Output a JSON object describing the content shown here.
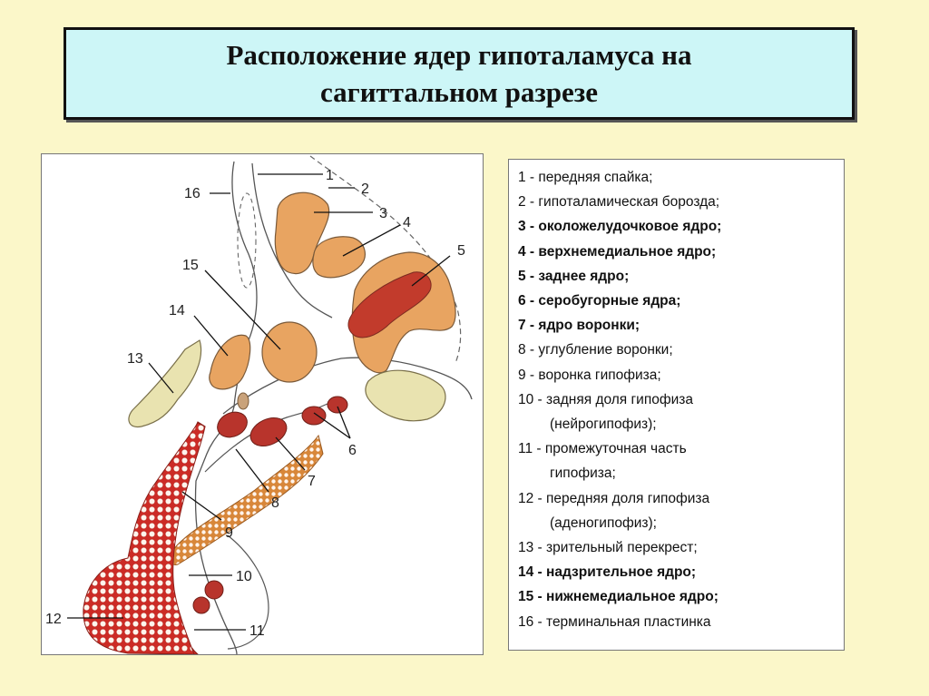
{
  "title": {
    "line1": "Расположение ядер гипоталамуса на",
    "line2": "сагиттальном разрезе"
  },
  "diagram": {
    "labels": {
      "n1": "1",
      "n2": "2",
      "n3": "3",
      "n4": "4",
      "n5": "5",
      "n6": "6",
      "n7": "7",
      "n8": "8",
      "n9": "9",
      "n10": "10",
      "n11": "11",
      "n12": "12",
      "n13": "13",
      "n14": "14",
      "n15": "15",
      "n16": "16"
    },
    "colors": {
      "nucleus_fill": "#e8a461",
      "nucleus_stroke": "#7a5a3a",
      "red_nucleus": "#b8342c",
      "gland_red": "#cc2b25",
      "chiasm_fill": "#e9e3b0"
    }
  },
  "legend": {
    "items": [
      {
        "text": "1 - передняя спайка;",
        "bold": false
      },
      {
        "text": "2 - гипоталамическая борозда;",
        "bold": false
      },
      {
        "text": "3 - околожелудочковое ядро;",
        "bold": true
      },
      {
        "text": "4 - верхнемедиальное ядро;",
        "bold": true
      },
      {
        "text": "5 - заднее ядро;",
        "bold": true
      },
      {
        "text": "6 - серобугорные ядра;",
        "bold": true
      },
      {
        "text": "7 - ядро воронки;",
        "bold": true
      },
      {
        "text": "8 - углубление воронки;",
        "bold": false
      },
      {
        "text": "9 - воронка гипофиза;",
        "bold": false
      },
      {
        "text": "10 - задняя доля гипофиза",
        "bold": false
      },
      {
        "text": "(нейрогипофиз);",
        "bold": false,
        "cont": true
      },
      {
        "text": "11 - промежуточная часть",
        "bold": false
      },
      {
        "text": "гипофиза;",
        "bold": false,
        "cont": true
      },
      {
        "text": "12 - передняя доля гипофиза",
        "bold": false
      },
      {
        "text": "(аденогипофиз);",
        "bold": false,
        "cont": true
      },
      {
        "text": "13 - зрительный перекрест;",
        "bold": false
      },
      {
        "text": "14 - надзрительное ядро;",
        "bold": true
      },
      {
        "text": "15 - нижнемедиальное ядро;",
        "bold": true
      },
      {
        "text": "16 - терминальная пластинка",
        "bold": false
      }
    ]
  }
}
